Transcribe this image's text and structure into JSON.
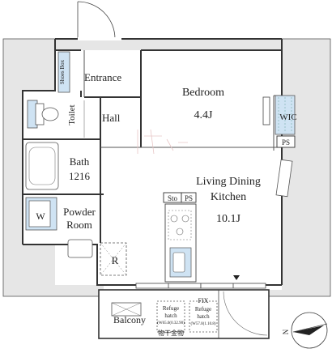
{
  "rooms": {
    "entrance": "Entrance",
    "shoes_box": "Shoes Box",
    "bedroom": "Bedroom",
    "bedroom_size": "4.4J",
    "wic": "WIC",
    "ps_top": "PS",
    "toilet": "Toilet",
    "hall": "Hall",
    "bath": "Bath",
    "bath_size": "1216",
    "ldk_line1": "Living Dining",
    "ldk_line2": "Kitchen",
    "ldk_size": "10.1J",
    "sto": "Sto",
    "ps_mid": "PS",
    "powder_line1": "Powder",
    "powder_line2": "Room",
    "w": "W",
    "r": "R",
    "balcony": "Balcony",
    "refuge1_line1": "Refuge",
    "refuge1_line2": "hatch",
    "refuge1_line3": "(W65.0(0.32.90)",
    "refuge2_line1": "Refuge",
    "refuge2_line2": "hatch",
    "refuge2_line3": "(W57.0(1.10.8)",
    "fix": "FIX",
    "dryer_rack": "物干金物",
    "north": "N"
  },
  "colors": {
    "fixture_blue": "#cfe3f3",
    "wall_gray": "#e6e6e6",
    "line": "#333333"
  }
}
